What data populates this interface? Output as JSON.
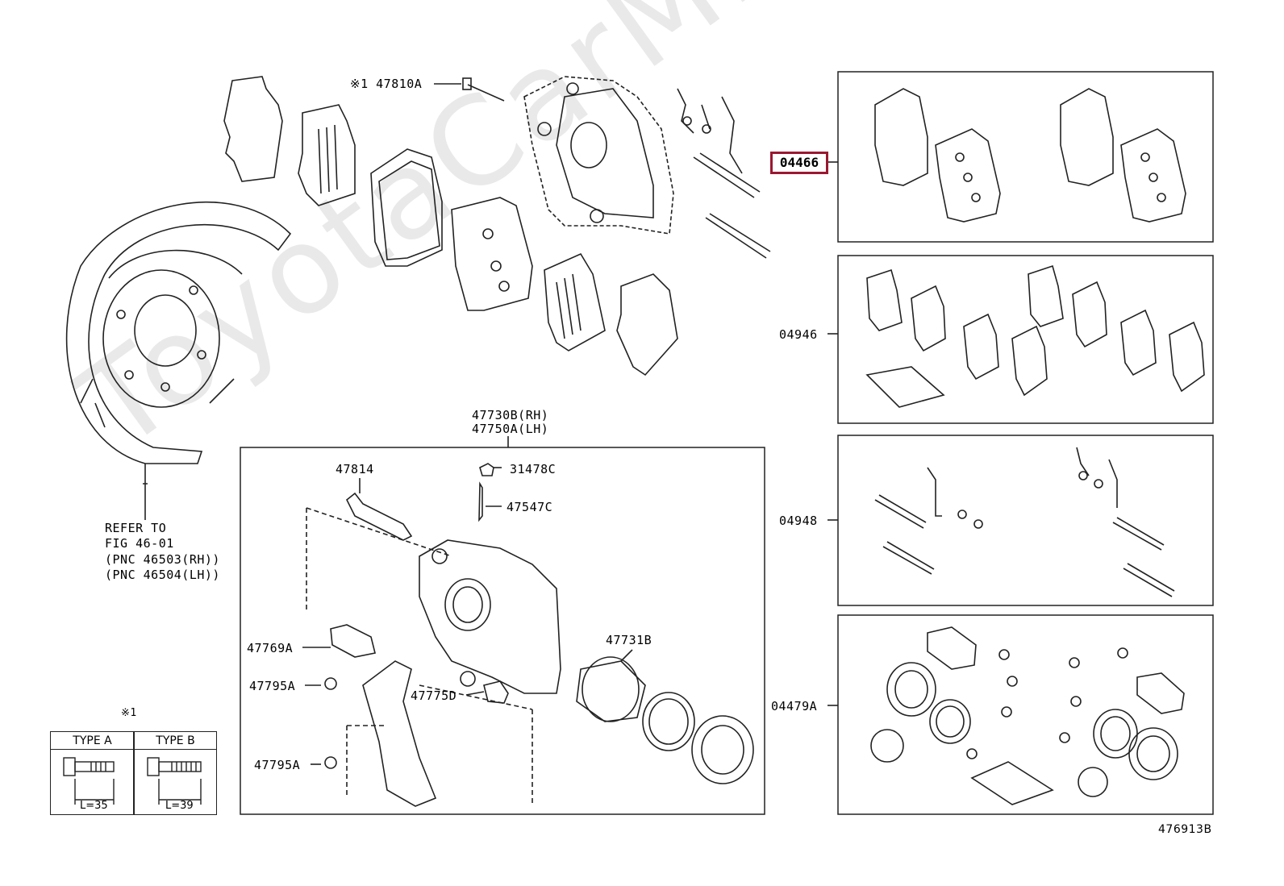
{
  "watermark": "ToyotaCarMine.ru",
  "diagram_id": "476913B",
  "reference": {
    "line1": "REFER TO",
    "line2": "FIG 46-01",
    "line3": "(PNC 46503(RH))",
    "line4": "(PNC 46504(LH))"
  },
  "parts": {
    "p47810A": "※1 47810A",
    "p47730B": "47730B(RH)",
    "p47750A": "47750A(LH)",
    "p47814": "47814",
    "p31478C": "31478C",
    "p47547C": "47547C",
    "p47769A": "47769A",
    "p47795A_1": "47795A",
    "p47775D": "47775D",
    "p47795A_2": "47795A",
    "p47731B": "47731B"
  },
  "kits": {
    "k04466": "04466",
    "k04946": "04946",
    "k04948": "04948",
    "k04479A": "04479A"
  },
  "note": {
    "mark": "※1",
    "type_a": "TYPE A",
    "type_b": "TYPE B",
    "len_a": "L=35",
    "len_b": "L=39"
  },
  "highlight_color": "#9a1830"
}
